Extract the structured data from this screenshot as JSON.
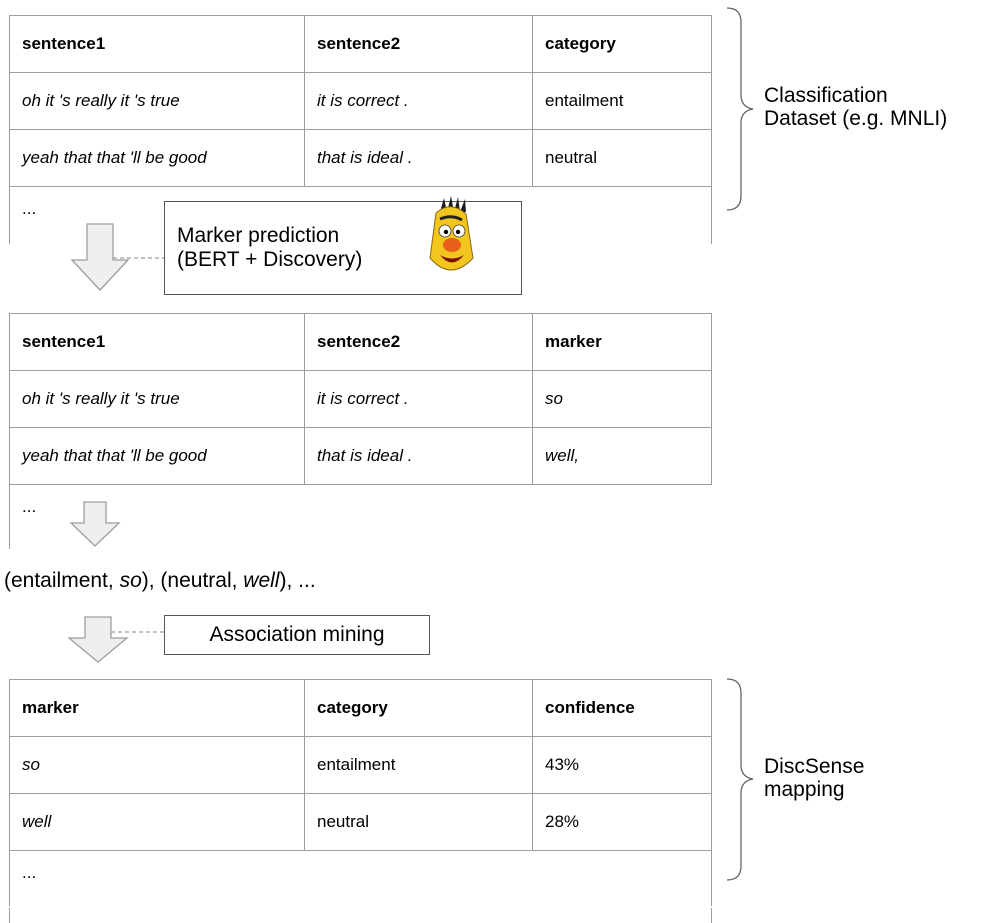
{
  "table1": {
    "headers": [
      "sentence1",
      "sentence2",
      "category"
    ],
    "rows": [
      [
        "oh it 's really it 's true",
        "it is correct .",
        "entailment"
      ],
      [
        "yeah that that 'll be good",
        "that is ideal .",
        "neutral"
      ]
    ],
    "ellipsis": "..."
  },
  "step1": {
    "line1": "Marker prediction",
    "line2": "(BERT + Discovery)"
  },
  "table2": {
    "headers": [
      "sentence1",
      "sentence2",
      "marker"
    ],
    "rows": [
      [
        "oh it 's really it 's true",
        "it is correct .",
        "so"
      ],
      [
        "yeah that that 'll be good",
        "that is ideal .",
        "well,"
      ]
    ],
    "ellipsis": "..."
  },
  "pairs": {
    "p1": "(entailment, ",
    "m1": "so",
    "p2": "), (neutral, ",
    "m2": "well",
    "p3": "), ..."
  },
  "step2": {
    "label": "Association mining"
  },
  "table3": {
    "headers": [
      "marker",
      "category",
      "confidence"
    ],
    "rows": [
      [
        "so",
        "entailment",
        "43%"
      ],
      [
        "well",
        "neutral",
        "28%"
      ]
    ],
    "ellipsis": "..."
  },
  "brace1": {
    "line1": "Classification",
    "line2": "Dataset (e.g. MNLI)"
  },
  "brace2": {
    "line1": "DiscSense",
    "line2": "mapping"
  }
}
